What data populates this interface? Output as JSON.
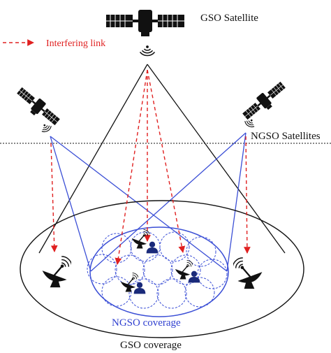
{
  "labels": {
    "gso_satellite": "GSO Satellite",
    "ngso_satellites": "NGSO Satellites",
    "interfering_link": "Interfering link",
    "ngso_coverage": "NGSO coverage",
    "gso_coverage": "GSO coverage"
  },
  "icons": {
    "gso_satellite": "satellite-icon",
    "ngso_satellite_left": "satellite-icon",
    "ngso_satellite_right": "satellite-icon",
    "ground_dish": "satellite-dish-icon",
    "user_terminal": "user-icon",
    "signal_waves": "signal-waves-icon"
  },
  "colors": {
    "black_lines": "#111111",
    "blue_lines": "#3b4fd6",
    "interference_red": "#e02020",
    "ngso_coverage_text": "#2f3fd0",
    "dashed_cells": "#3b4fd6"
  }
}
